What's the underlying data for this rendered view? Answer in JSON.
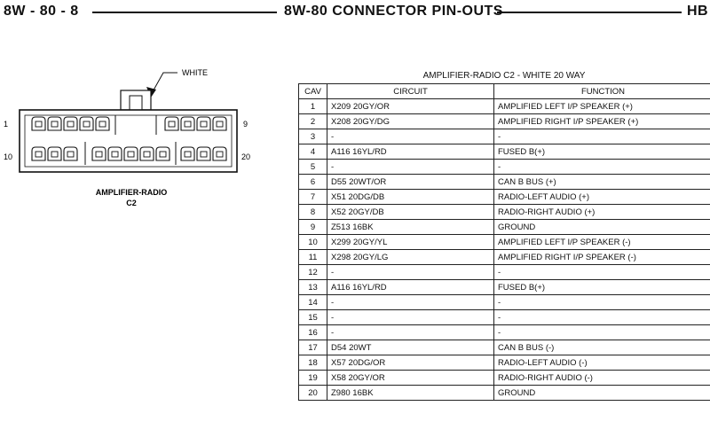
{
  "header": {
    "left": "8W - 80 - 8",
    "center": "8W-80 CONNECTOR PIN-OUTS",
    "right": "HB"
  },
  "connector": {
    "color_label": "WHITE",
    "name_line1": "AMPLIFIER-RADIO",
    "name_line2": "C2",
    "pin_label_top_left": "1",
    "pin_label_top_right": "9",
    "pin_label_bottom_left": "10",
    "pin_label_bottom_right": "20"
  },
  "table": {
    "title": "AMPLIFIER-RADIO C2 - WHITE 20 WAY",
    "headers": [
      "CAV",
      "CIRCUIT",
      "FUNCTION"
    ],
    "rows": [
      {
        "cav": "1",
        "circuit": "X209 20GY/OR",
        "function": "AMPLIFIED LEFT I/P SPEAKER (+)"
      },
      {
        "cav": "2",
        "circuit": "X208 20GY/DG",
        "function": "AMPLIFIED RIGHT I/P SPEAKER (+)"
      },
      {
        "cav": "3",
        "circuit": "-",
        "function": "-"
      },
      {
        "cav": "4",
        "circuit": "A116 16YL/RD",
        "function": "FUSED B(+)"
      },
      {
        "cav": "5",
        "circuit": "-",
        "function": "-"
      },
      {
        "cav": "6",
        "circuit": "D55 20WT/OR",
        "function": "CAN B BUS (+)"
      },
      {
        "cav": "7",
        "circuit": "X51 20DG/DB",
        "function": "RADIO-LEFT AUDIO (+)"
      },
      {
        "cav": "8",
        "circuit": "X52 20GY/DB",
        "function": "RADIO-RIGHT AUDIO (+)"
      },
      {
        "cav": "9",
        "circuit": "Z513 16BK",
        "function": "GROUND"
      },
      {
        "cav": "10",
        "circuit": "X299 20GY/YL",
        "function": "AMPLIFIED LEFT I/P SPEAKER (-)"
      },
      {
        "cav": "11",
        "circuit": "X298 20GY/LG",
        "function": "AMPLIFIED RIGHT I/P SPEAKER (-)"
      },
      {
        "cav": "12",
        "circuit": "-",
        "function": "-"
      },
      {
        "cav": "13",
        "circuit": "A116 16YL/RD",
        "function": "FUSED B(+)"
      },
      {
        "cav": "14",
        "circuit": "-",
        "function": "-"
      },
      {
        "cav": "15",
        "circuit": "-",
        "function": "-"
      },
      {
        "cav": "16",
        "circuit": "-",
        "function": "-"
      },
      {
        "cav": "17",
        "circuit": "D54 20WT",
        "function": "CAN B BUS (-)"
      },
      {
        "cav": "18",
        "circuit": "X57 20DG/OR",
        "function": "RADIO-LEFT AUDIO (-)"
      },
      {
        "cav": "19",
        "circuit": "X58 20GY/OR",
        "function": "RADIO-RIGHT AUDIO (-)"
      },
      {
        "cav": "20",
        "circuit": "Z980 16BK",
        "function": "GROUND"
      }
    ]
  }
}
